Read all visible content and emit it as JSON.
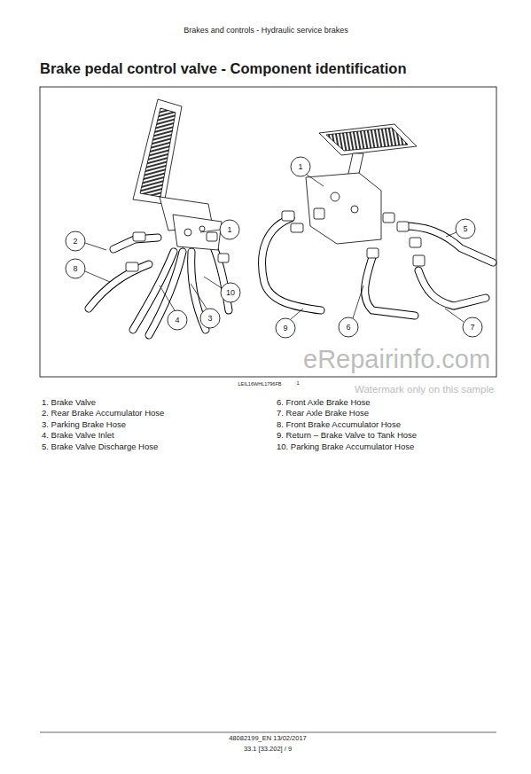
{
  "diagram": {
    "title": "Brake pedal control valve - Component identification",
    "labels": [
      "Brakes and controls - Hydraulic service brakes",
      "2",
      "8",
      "1",
      "10",
      "4",
      "3",
      "1",
      "5",
      "9",
      "6",
      "7",
      "LEIL16WHL1796FB",
      "1",
      "1. Brake Valve",
      "2. Rear Brake Accumulator Hose",
      "3. Parking Brake Hose",
      "4. Brake Valve Inlet",
      "5. Brake Valve Discharge Hose",
      "6. Front Axle Brake Hose",
      "7. Rear Axle Brake Hose",
      "8. Front Brake Accumulator Hose",
      "9. Return – Brake Valve to Tank Hose",
      "10. Parking Brake Accumulator Hose",
      "eRepairinfo.com",
      "Watermark only on this sample",
      "48082199_EN 13/02/2017",
      "33.1 [33.202] / 9"
    ]
  }
}
